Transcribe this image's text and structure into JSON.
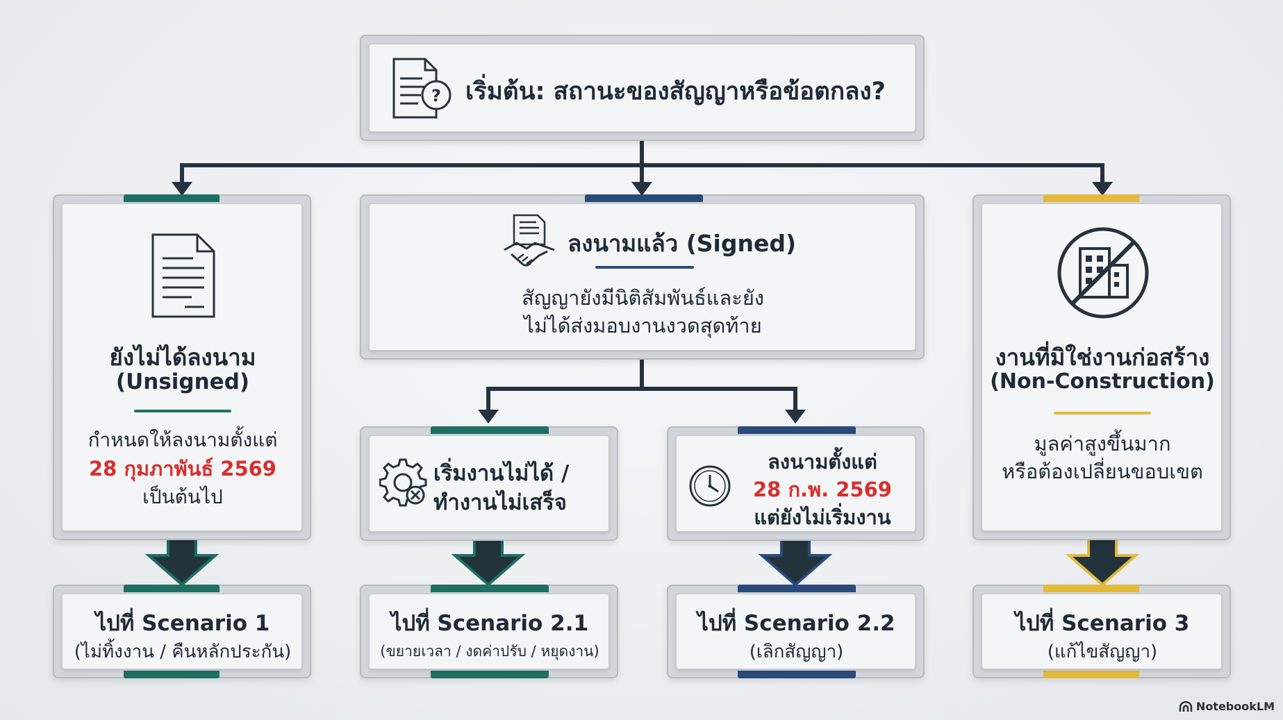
{
  "start": {
    "title": "เริ่มต้น: สถานะของสัญญาหรือข้อตกลง?"
  },
  "unsigned": {
    "title_line1": "ยังไม่ได้ลงนาม",
    "title_line2": "(Unsigned)",
    "desc_line1": "กำหนดให้ลงนามตั้งแต่",
    "desc_date": "28 กุมภาพันธ์ 2569",
    "desc_line3": "เป็นต้นไป"
  },
  "signed": {
    "title": "ลงนามแล้ว (Signed)",
    "desc_line1": "สัญญายังมีนิติสัมพันธ์และยัง",
    "desc_line2": "ไม่ได้ส่งมอบงานงวดสุดท้าย"
  },
  "nonconstruction": {
    "title_line1": "งานที่มิใช่งานก่อสร้าง",
    "title_line2": "(Non-Construction)",
    "desc_line1": "มูลค่าสูงขึ้นมาก",
    "desc_line2": "หรือต้องเปลี่ยนขอบเขต"
  },
  "cannot_start": {
    "line1": "เริ่มงานไม่ได้ /",
    "line2": "ทำงานไม่เสร็จ"
  },
  "signed_since": {
    "line1": "ลงนามตั้งแต่",
    "line2": "28 ก.พ. 2569",
    "line3": "แต่ยังไม่เริ่มงาน"
  },
  "results": {
    "s1_title": "ไปที่ Scenario 1",
    "s1_sub": "(ไม่ทิ้งงาน / คืนหลักประกัน)",
    "s21_title": "ไปที่ Scenario 2.1",
    "s21_sub": "(ขยายเวลา / งดค่าปรับ / หยุดงาน)",
    "s22_title": "ไปที่ Scenario 2.2",
    "s22_sub": "(เลิกสัญญา)",
    "s3_title": "ไปที่ Scenario 3",
    "s3_sub": "(แก้ไขสัญญา)"
  },
  "brand": {
    "label": "NotebookLM"
  },
  "colors": {
    "green": "#1f6f62",
    "navy": "#2a4a7a",
    "gold": "#e2b93b",
    "red": "#d62f2f",
    "connector": "#26323d"
  },
  "icons": [
    "document-question-icon",
    "document-icon",
    "handshake-contract-icon",
    "no-building-icon",
    "gear-cross-icon",
    "clock-icon",
    "notebooklm-logo-icon"
  ]
}
